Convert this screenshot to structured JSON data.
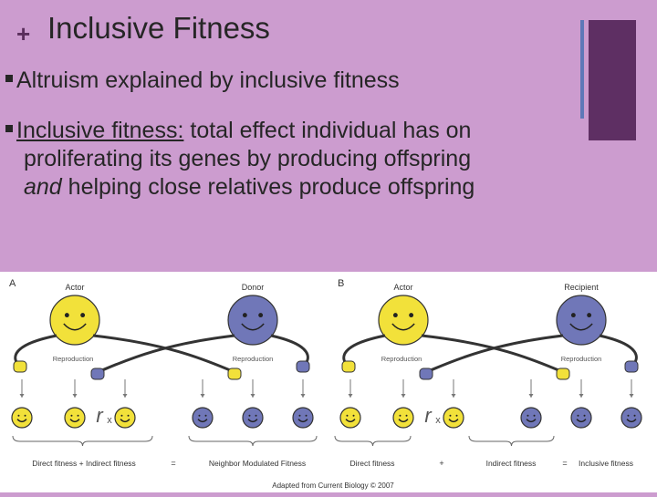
{
  "slide": {
    "plus": "+",
    "title": "Inclusive Fitness"
  },
  "bullets": [
    {
      "text": "Altruism explained by inclusive fitness"
    },
    {
      "term": "Inclusive fitness:",
      "line1_rest": " total effect individual has on",
      "line2": "proliferating its genes by producing offspring",
      "line3_em": "and",
      "line3_rest": " helping close relatives produce offspring"
    }
  ],
  "figure": {
    "panel_a": {
      "letter": "A",
      "actor": "Actor",
      "partner": "Donor",
      "repro": "Reproduction",
      "rx": "r",
      "rx_sub": "x",
      "eq_left": "Direct fitness + Indirect fitness",
      "equals": "=",
      "eq_right": "Neighbor Modulated Fitness"
    },
    "panel_b": {
      "letter": "B",
      "actor": "Actor",
      "partner": "Recipient",
      "repro": "Reproduction",
      "rx": "r",
      "rx_sub": "x",
      "eq_left": "Direct fitness",
      "plus": "+",
      "eq_mid": "Indirect fitness",
      "equals": "=",
      "eq_right": "Inclusive fitness"
    },
    "credit": "Adapted from Current Biology © 2007",
    "colors": {
      "yellow": "#f2e13a",
      "blue": "#7077b8",
      "outline": "#333333"
    }
  }
}
